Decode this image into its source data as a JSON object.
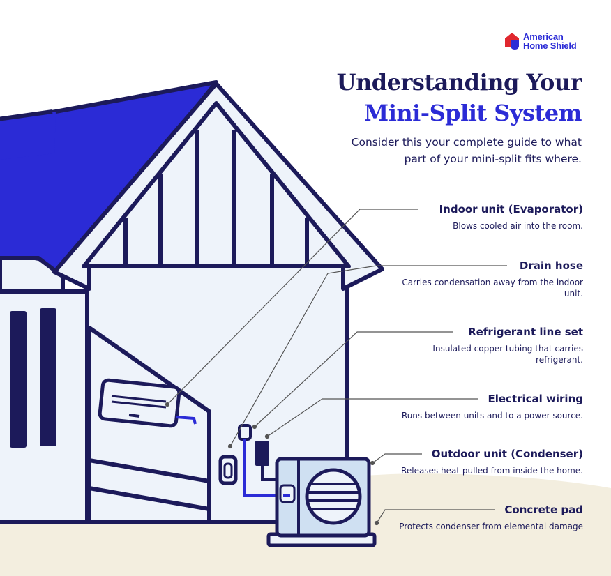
{
  "brand": {
    "name_line1": "American",
    "name_line2": "Home Shield",
    "color": "#2b2bd6",
    "accent": "#e0282f"
  },
  "title": {
    "line1": "Understanding Your",
    "line2": "Mini-Split System"
  },
  "subtitle": "Consider this your complete guide to what part of your mini-split fits where.",
  "components": [
    {
      "title": "Indoor unit (Evaporator)",
      "description": "Blows cooled air into the room."
    },
    {
      "title": "Drain hose",
      "description": "Carries condensation away from the indoor unit."
    },
    {
      "title": "Refrigerant line set",
      "description": "Insulated copper tubing that carries refrigerant."
    },
    {
      "title": "Electrical wiring",
      "description": "Runs between units and to a power source."
    },
    {
      "title": "Outdoor unit (Condenser)",
      "description": "Releases heat pulled from inside the home."
    },
    {
      "title": "Concrete pad",
      "description": "Protects condenser from elemental damage"
    }
  ],
  "colors": {
    "navy": "#1c1a5a",
    "roof_blue": "#2b2bd6",
    "wall": "#eef3fa",
    "ground": "#f3eedf",
    "condenser": "#cfe0f2",
    "leader": "#555555"
  }
}
